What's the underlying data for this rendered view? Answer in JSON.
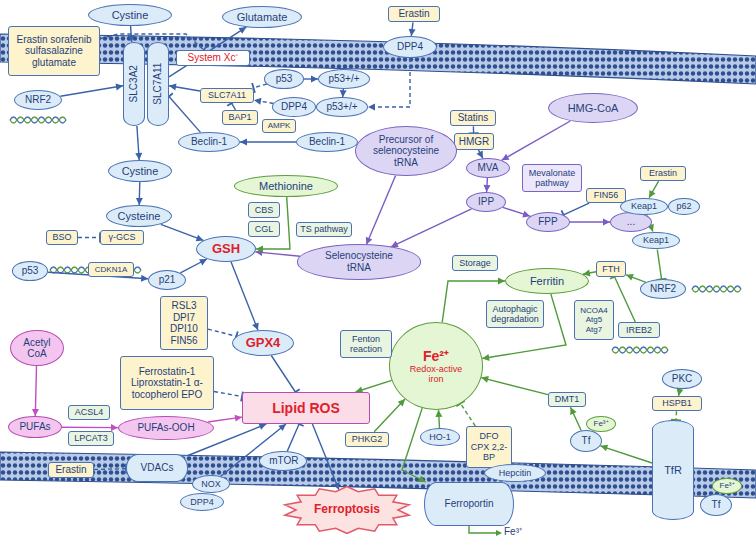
{
  "diagram": {
    "nodes": [
      {
        "text": [
          "Cystine"
        ]
      },
      {
        "text": [
          "Glutamate"
        ]
      },
      {
        "text": [
          "Erastin sorafenib sulfasalazine glutamate"
        ]
      },
      {
        "text": [
          "System Xc⁻"
        ]
      },
      {
        "text": [
          "SLC3A2"
        ]
      },
      {
        "text": [
          "SLC7A11"
        ]
      },
      {
        "text": [
          "NRF2"
        ]
      },
      {
        "text": [
          "Erastin"
        ]
      },
      {
        "text": [
          "DPP4"
        ]
      },
      {
        "text": [
          "SLC7A11"
        ]
      },
      {
        "text": [
          "p53"
        ]
      },
      {
        "text": [
          "p53+/+"
        ]
      },
      {
        "text": [
          "BAP1"
        ]
      },
      {
        "text": [
          "DPP4"
        ]
      },
      {
        "text": [
          "p53+/+"
        ]
      },
      {
        "text": [
          "Beclin-1"
        ]
      },
      {
        "text": [
          "AMPK"
        ]
      },
      {
        "text": [
          "Beclin-1"
        ]
      },
      {
        "text": [
          "Statins"
        ]
      },
      {
        "text": [
          "HMGR"
        ]
      },
      {
        "text": [
          "HMG-CoA"
        ]
      },
      {
        "text": [
          "MVA"
        ]
      },
      {
        "text": [
          "Mevalonate pathway"
        ]
      },
      {
        "text": [
          "Precursor of selenocysteine tRNA"
        ]
      },
      {
        "text": [
          "IPP"
        ]
      },
      {
        "text": [
          "FPP"
        ]
      },
      {
        "text": [
          "FIN56"
        ]
      },
      {
        "text": [
          "..."
        ]
      },
      {
        "text": [
          "Cystine"
        ]
      },
      {
        "text": [
          "Methionine"
        ]
      },
      {
        "text": [
          "Cysteine"
        ]
      },
      {
        "text": [
          "CBS"
        ]
      },
      {
        "text": [
          "CGL"
        ]
      },
      {
        "text": [
          "TS pathway"
        ]
      },
      {
        "text": [
          "BSO"
        ]
      },
      {
        "text": [
          "γ-GCS"
        ]
      },
      {
        "text": [
          "GSH"
        ]
      },
      {
        "text": [
          "Selenocysteine tRNA"
        ]
      },
      {
        "text": [
          "p53"
        ]
      },
      {
        "text": [
          "CDKN1A"
        ]
      },
      {
        "text": [
          "p21"
        ]
      },
      {
        "text": [
          "RSL3 DPI7 DPI10 FIN56"
        ]
      },
      {
        "text": [
          "GPX4"
        ]
      },
      {
        "text": [
          "Ferrostatin-1 Liproxstatin-1 α-tocopherol EPO"
        ]
      },
      {
        "text": [
          "Acetyl CoA"
        ]
      },
      {
        "text": [
          "PUFAs"
        ]
      },
      {
        "text": [
          "ACSL4"
        ]
      },
      {
        "text": [
          "LPCAT3"
        ]
      },
      {
        "text": [
          "PUFAs-OOH"
        ]
      },
      {
        "text": [
          "Lipid ROS"
        ]
      },
      {
        "text": [
          "Erastin"
        ]
      },
      {
        "text": [
          "VDACs"
        ]
      },
      {
        "text": [
          "NOX"
        ]
      },
      {
        "text": [
          "DPP4"
        ]
      },
      {
        "text": [
          "mTOR"
        ]
      },
      {
        "text": [
          "Ferroptosis"
        ]
      },
      {
        "text": [
          "Ferritin"
        ]
      },
      {
        "text": [
          "Storage"
        ]
      },
      {
        "text": [
          "Autophagic degradation"
        ]
      },
      {
        "text": [
          "NCOA4 Atg5 Atg7"
        ]
      },
      {
        "text": [
          "Fe²⁺",
          "Redox-active iron"
        ]
      },
      {
        "text": [
          "Fenton reaction"
        ]
      },
      {
        "text": [
          "PHKG2"
        ]
      },
      {
        "text": [
          "HO-1"
        ]
      },
      {
        "text": [
          "DFO CPX 2,2-BP"
        ]
      },
      {
        "text": [
          "DMT1"
        ]
      },
      {
        "text": [
          "Erastin"
        ]
      },
      {
        "text": [
          "Keap1"
        ]
      },
      {
        "text": [
          "p62"
        ]
      },
      {
        "text": [
          "Keap1"
        ]
      },
      {
        "text": [
          "NRF2"
        ]
      },
      {
        "text": [
          "FTH"
        ]
      },
      {
        "text": [
          "IREB2"
        ]
      },
      {
        "text": [
          "PKC"
        ]
      },
      {
        "text": [
          "HSPB1"
        ]
      },
      {
        "text": [
          "Fe³⁺"
        ]
      },
      {
        "text": [
          "Tf"
        ]
      },
      {
        "text": [
          "TfR"
        ]
      },
      {
        "text": [
          "Fe³⁺"
        ]
      },
      {
        "text": [
          "Tf"
        ]
      },
      {
        "text": [
          "Ferroportin"
        ]
      },
      {
        "text": [
          "Hepcitin"
        ]
      }
    ],
    "edges": [
      {
        "from": 2,
        "to": 3,
        "arrow": "to"
      },
      {
        "from": 0,
        "to": 4,
        "arrow": "to"
      },
      {
        "from": 5,
        "to": 1,
        "arrow": "to"
      },
      {
        "from": 6,
        "to": 4,
        "arrow": "to"
      },
      {
        "from": 7,
        "to": 8,
        "arrow": "to"
      },
      {
        "from": 8,
        "to": 14,
        "arrow": "to"
      },
      {
        "from": 10,
        "to": 11,
        "arrow": "to"
      },
      {
        "from": 11,
        "to": 14,
        "arrow": "to"
      },
      {
        "from": 10,
        "to": 9,
        "arrow": "to"
      },
      {
        "from": 13,
        "to": 9,
        "arrow": "to"
      },
      {
        "from": 12,
        "to": 9,
        "arrow": "to"
      },
      {
        "from": 9,
        "to": 5,
        "arrow": "to"
      },
      {
        "from": 15,
        "to": 5,
        "arrow": "to"
      },
      {
        "from": 17,
        "to": 15,
        "arrow": "to"
      },
      {
        "from": 18,
        "to": 19,
        "arrow": "to"
      },
      {
        "from": 20,
        "to": 21,
        "arrow": "to"
      },
      {
        "from": 19,
        "to": 21,
        "arrow": "to"
      },
      {
        "from": 21,
        "to": 24,
        "arrow": "to"
      },
      {
        "from": 24,
        "to": 25,
        "arrow": "to"
      },
      {
        "from": 25,
        "to": 27,
        "arrow": "to"
      },
      {
        "from": 26,
        "to": 25,
        "arrow": "to"
      },
      {
        "from": 24,
        "to": 37,
        "arrow": "to"
      },
      {
        "from": 23,
        "to": 37,
        "arrow": "to"
      },
      {
        "from": 37,
        "to": 36,
        "arrow": "to"
      },
      {
        "from": 4,
        "to": 28,
        "arrow": "to"
      },
      {
        "from": 28,
        "to": 30,
        "arrow": "to"
      },
      {
        "from": 30,
        "to": 36,
        "arrow": "to"
      },
      {
        "from": 29,
        "to": 36,
        "arrow": "to"
      },
      {
        "from": 34,
        "to": 35,
        "arrow": "to"
      },
      {
        "from": 38,
        "to": 40,
        "arrow": "to"
      },
      {
        "from": 40,
        "to": 36,
        "arrow": "to"
      },
      {
        "from": 36,
        "to": 42,
        "arrow": "to"
      },
      {
        "from": 41,
        "to": 42,
        "arrow": "to"
      },
      {
        "from": 42,
        "to": 49,
        "arrow": "to"
      },
      {
        "from": 43,
        "to": 49,
        "arrow": "to"
      },
      {
        "from": 44,
        "to": 45,
        "arrow": "to"
      },
      {
        "from": 45,
        "to": 48,
        "arrow": "to"
      },
      {
        "from": 48,
        "to": 49,
        "arrow": "to"
      },
      {
        "from": 50,
        "to": 51,
        "arrow": "to"
      },
      {
        "from": 51,
        "to": 49,
        "arrow": "to"
      },
      {
        "from": 52,
        "to": 49,
        "arrow": "to"
      },
      {
        "from": 54,
        "to": 49,
        "arrow": "to"
      },
      {
        "from": 49,
        "to": 55,
        "arrow": "to"
      },
      {
        "from": 60,
        "to": 49,
        "arrow": "to"
      },
      {
        "from": 60,
        "to": 56,
        "arrow": "to"
      },
      {
        "from": 56,
        "to": 60,
        "arrow": "to"
      },
      {
        "from": 62,
        "to": 60,
        "arrow": "to"
      },
      {
        "from": 63,
        "to": 60,
        "arrow": "to"
      },
      {
        "from": 64,
        "to": 60,
        "arrow": "to"
      },
      {
        "from": 65,
        "to": 60,
        "arrow": "to"
      },
      {
        "from": 76,
        "to": 65,
        "arrow": "to"
      },
      {
        "from": 77,
        "to": 76,
        "arrow": "to"
      },
      {
        "from": 60,
        "to": 80,
        "arrow": "to"
      },
      {
        "from": 66,
        "to": 67,
        "arrow": "to"
      },
      {
        "from": 67,
        "to": 69,
        "arrow": "to"
      },
      {
        "from": 69,
        "to": 70,
        "arrow": "to"
      },
      {
        "from": 70,
        "to": 71,
        "arrow": "to"
      },
      {
        "from": 72,
        "to": 71,
        "arrow": "to"
      },
      {
        "from": 71,
        "to": 56,
        "arrow": "to"
      },
      {
        "from": 73,
        "to": 74,
        "arrow": "to"
      },
      {
        "from": 74,
        "to": 77,
        "arrow": "to"
      }
    ],
    "labels": [
      "Fe³⁺"
    ]
  }
}
